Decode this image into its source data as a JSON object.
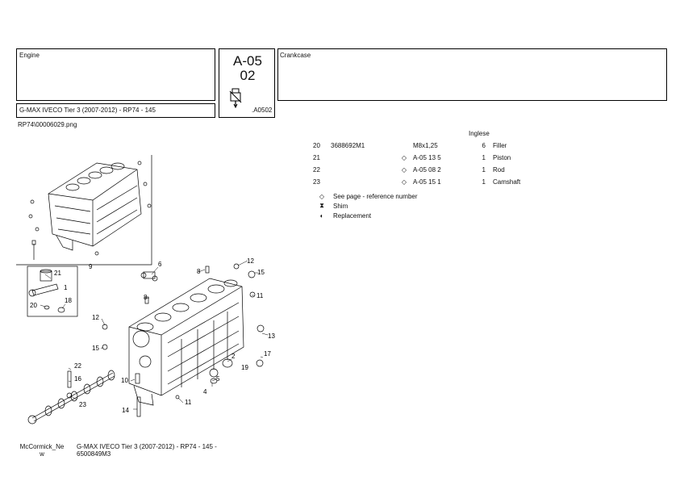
{
  "header": {
    "section_label": "Engine",
    "model_line": "G-MAX IVECO Tier 3 (2007-2012) - RP74 - 145",
    "code_top": "A-05",
    "code_bottom": "02",
    "code_ref": ".A0502",
    "group_title": "Crankcase",
    "image_file": "RP74\\00006029.png"
  },
  "parts_table": {
    "language": "Inglese",
    "rows": [
      {
        "ref": "20",
        "part_no": "3688692M1",
        "sym": "",
        "spec": "M8x1,25",
        "qty": "6",
        "desc": "Filler"
      },
      {
        "ref": "21",
        "part_no": "",
        "sym": "see-page",
        "spec": "A-05 13 5",
        "qty": "1",
        "desc": "Piston"
      },
      {
        "ref": "22",
        "part_no": "",
        "sym": "see-page",
        "spec": "A-05 08 2",
        "qty": "1",
        "desc": "Rod"
      },
      {
        "ref": "23",
        "part_no": "",
        "sym": "see-page",
        "spec": "A-05 15 1",
        "qty": "1",
        "desc": "Camshaft"
      }
    ]
  },
  "legend": [
    {
      "icon": "see-page-icon",
      "glyph": "◇",
      "text": "See page - reference number"
    },
    {
      "icon": "shim-icon",
      "glyph": "⧗",
      "text": "Shim"
    },
    {
      "icon": "replacement-icon",
      "glyph": "◐",
      "text": "Replacement"
    }
  ],
  "diagram_callouts": [
    "6",
    "8",
    "12",
    "15",
    "9",
    "21",
    "1",
    "20",
    "18",
    "8",
    "11",
    "12",
    "13",
    "15",
    "2",
    "17",
    "19",
    "5",
    "4",
    "22",
    "16",
    "10",
    "23",
    "14",
    "11"
  ],
  "footer": {
    "brand": "McCormick_New",
    "brand_line1": "McCormick_Ne",
    "brand_line2": "w",
    "model_line1": "G-MAX IVECO Tier 3 (2007-2012) - RP74 - 145 -",
    "model_line2": "6500849M3"
  }
}
